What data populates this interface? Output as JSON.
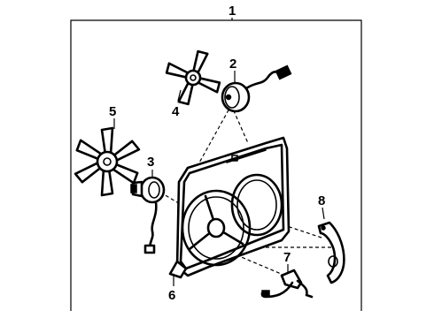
{
  "callouts": [
    {
      "id": "assembly",
      "label": "1"
    },
    {
      "id": "motor-a",
      "label": "2"
    },
    {
      "id": "motor-b",
      "label": "3"
    },
    {
      "id": "fan-blade-small",
      "label": "4"
    },
    {
      "id": "fan-blade-large",
      "label": "5"
    },
    {
      "id": "shroud",
      "label": "6"
    },
    {
      "id": "bracket-lower",
      "label": "7"
    },
    {
      "id": "bracket-right",
      "label": "8"
    }
  ]
}
